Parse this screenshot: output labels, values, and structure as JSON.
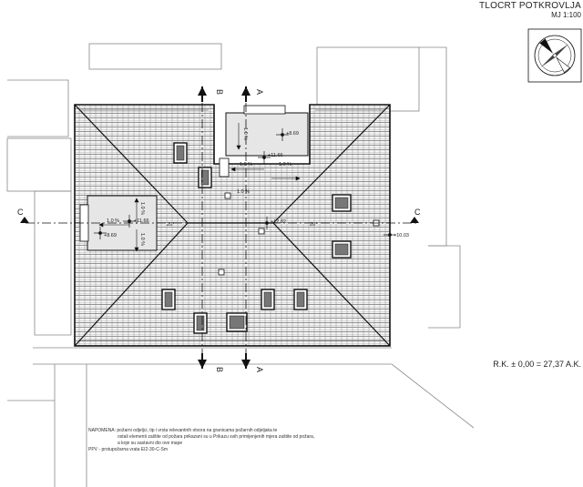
{
  "header": {
    "title": "TLOCRT POTKROVLJA",
    "scale": "MJ 1:100"
  },
  "compass": {
    "icon": "north-arrow-compass-icon"
  },
  "section_marks": {
    "b": "B",
    "a": "A",
    "c": "C"
  },
  "elevations": {
    "e1": "+8.69",
    "e2": "+11.66",
    "e3": "+11.66",
    "e4": "+8.69",
    "e5": "+12.82",
    "e6": "+10.03"
  },
  "slopes": {
    "s1": "1.0 %",
    "s2": "1.0 %",
    "s3": "1.0 %",
    "s4": "1.0 %",
    "s5": "1.0 %",
    "s6": "1.0 %",
    "s7": "1.0 %",
    "r1": "20°",
    "r2": "20°"
  },
  "reference": "R.K. ± 0,00 = 27,37 A.K.",
  "note": {
    "line1": "NAPOMENA: požarni odjeljci, tip i vrsta relevantnih otvora na granicama požarnih odjeljaka te",
    "line2": "ostali elementi zaštite od požara prikazani su u Prikazu svih primijenjenih mjera zaštite od požara,",
    "line3": "a koje su sastavni dio ove mape",
    "line4": "PPV - protupožarna vrata EI2-30-C-Sm"
  }
}
